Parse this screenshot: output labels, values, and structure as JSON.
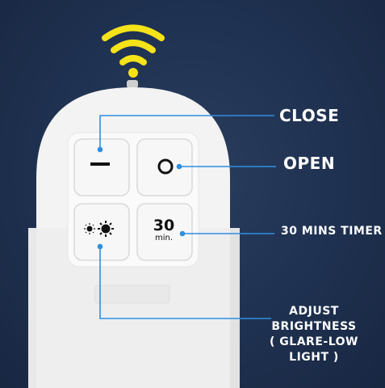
{
  "callouts": {
    "close": "CLOSE",
    "open": "OPEN",
    "timer": "30 MINS TIMER",
    "adjust_line1": "ADJUST",
    "adjust_line2": "BRIGHTNESS",
    "adjust_line3": "( GLARE-LOW",
    "adjust_line4": "LIGHT )"
  },
  "buttons": {
    "timer_number": "30",
    "timer_unit": "min."
  },
  "icons": {
    "signal": "wifi-signal-icon",
    "close": "minus-icon",
    "open": "circle-icon",
    "brightness": "sun-brightness-icon"
  },
  "colors": {
    "background": "#1f3150",
    "signal": "#f5e31a",
    "callout_line": "#2f8fe0",
    "remote": "#f4f4f4"
  }
}
